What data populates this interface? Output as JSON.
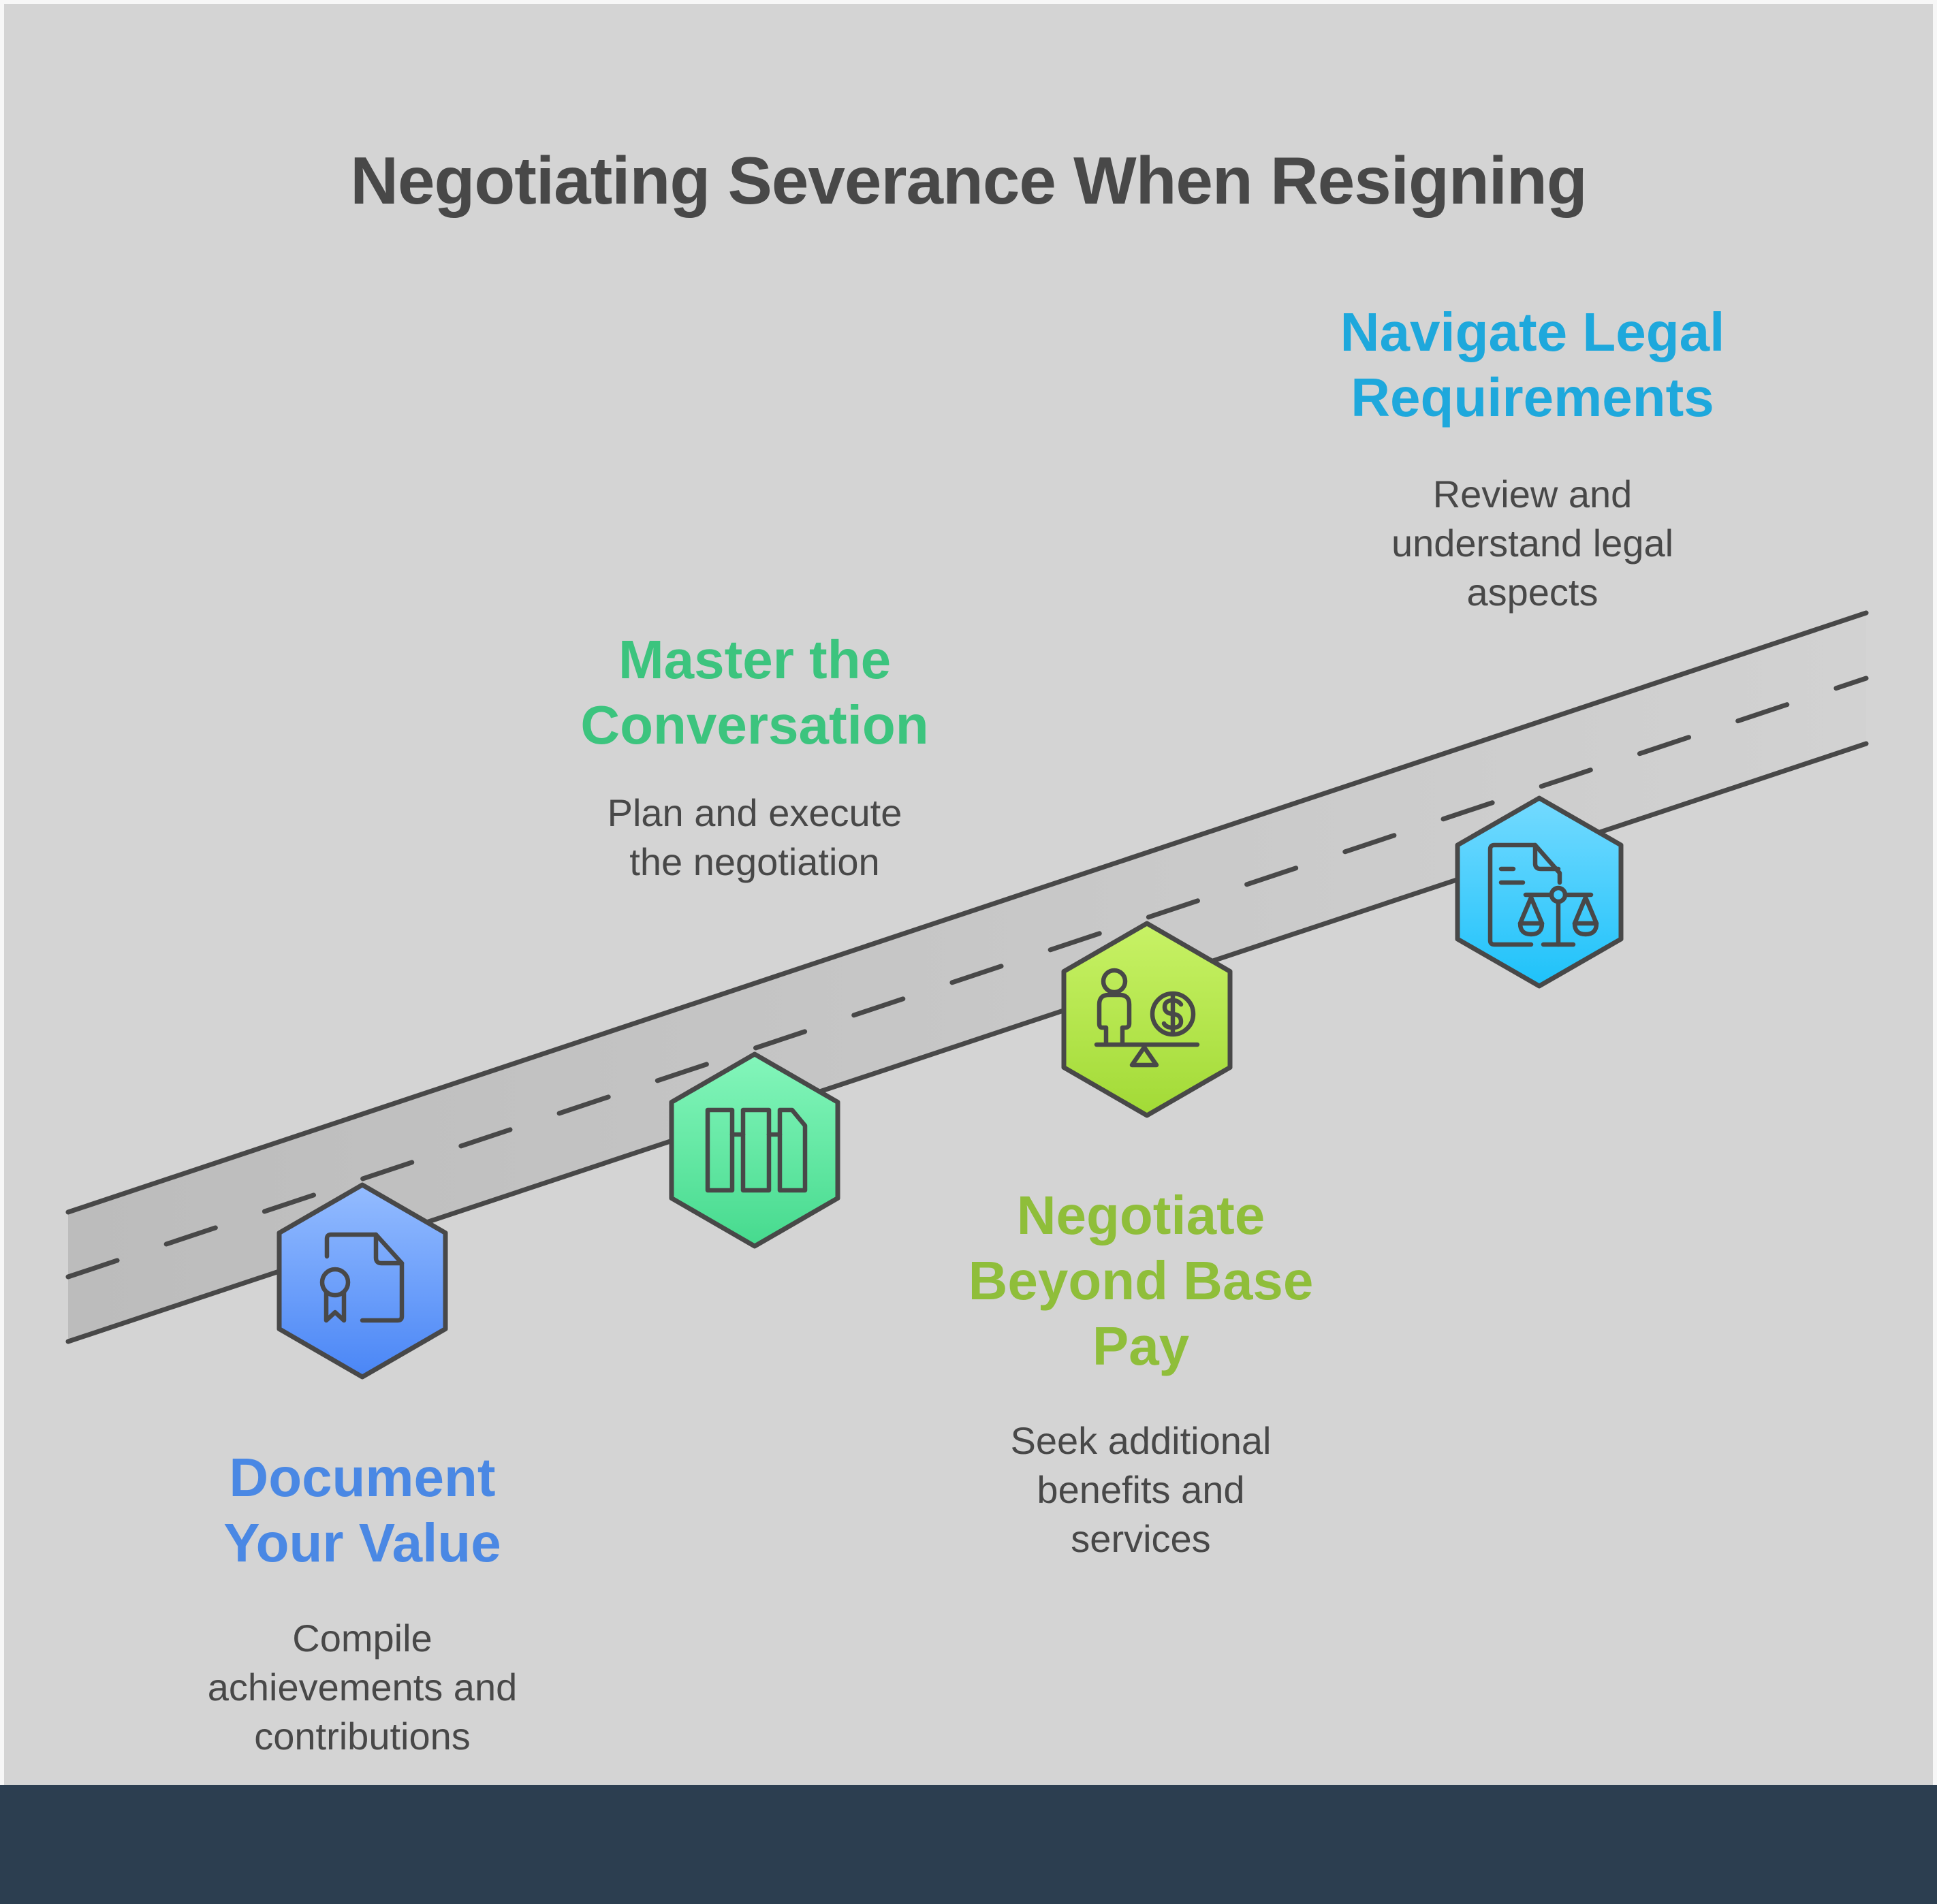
{
  "title": "Negotiating Severance When Resigning",
  "colors": {
    "canvas_bg": "#d4d4d4",
    "footer_bg": "#2c3e50",
    "stroke": "#484848",
    "road_fill_start": "#bcbcbc",
    "road_fill_end": "#d2d2d2"
  },
  "steps": [
    {
      "order": 1,
      "title": "Document\nYour Value",
      "description": "Compile\nachievements and\ncontributions",
      "title_color": "#4a88e4",
      "hex_gradient": [
        "#94bcff",
        "#4a86f6"
      ],
      "icon": "certificate-document-icon"
    },
    {
      "order": 2,
      "title": "Master the\nConversation",
      "description": "Plan and execute\nthe negotiation",
      "title_color": "#3cc47e",
      "hex_gradient": [
        "#84f6bb",
        "#46da8e"
      ],
      "icon": "books-columns-icon"
    },
    {
      "order": 3,
      "title": "Negotiate\nBeyond Base\nPay",
      "description": "Seek additional\nbenefits and\nservices",
      "title_color": "#8fbe3a",
      "hex_gradient": [
        "#c8f266",
        "#a2da36"
      ],
      "icon": "person-money-balance-icon"
    },
    {
      "order": 4,
      "title": "Navigate Legal\nRequirements",
      "description": "Review and\nunderstand legal\naspects",
      "title_color": "#1ea8dc",
      "hex_gradient": [
        "#74daff",
        "#1ec2fa"
      ],
      "icon": "legal-document-scales-icon"
    }
  ]
}
